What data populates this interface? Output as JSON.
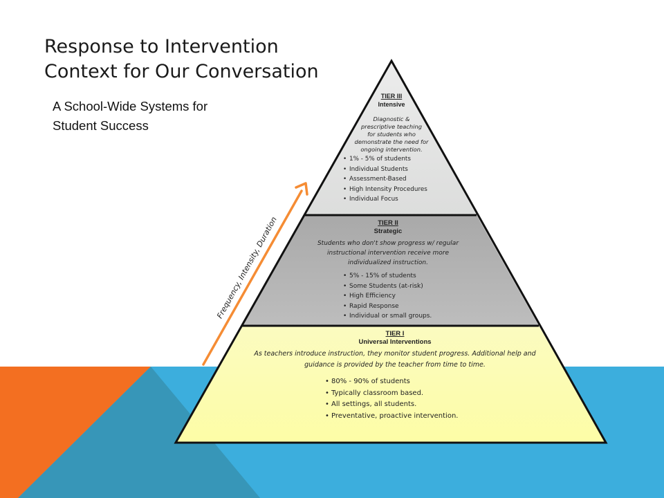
{
  "slide": {
    "title_line1": "Response to Intervention",
    "title_line2": "Context for Our Conversation",
    "subtitle_line1": "A School-Wide Systems for",
    "subtitle_line2": "Student Success"
  },
  "arrow_label": "Frequency, Intensity, Duration",
  "tiers": {
    "tier3": {
      "label": "TIER III",
      "name": "Intensive",
      "description": [
        "Diagnostic &",
        "prescriptive teaching",
        "for students who",
        "demonstrate the need for",
        "ongoing intervention."
      ],
      "bullets": [
        "1% - 5% of students",
        "Individual Students",
        "Assessment-Based",
        "High Intensity Procedures",
        "Individual Focus"
      ]
    },
    "tier2": {
      "label": "TIER II",
      "name": "Strategic",
      "description": [
        "Students who don't show progress w/ regular",
        "instructional intervention receive more",
        "individualized instruction."
      ],
      "bullets": [
        "5% - 15% of students",
        "Some Students (at-risk)",
        "High Efficiency",
        "Rapid Response",
        "Individual or small groups."
      ]
    },
    "tier1": {
      "label": "TIER I",
      "name": "Universal Interventions",
      "description": [
        "As teachers introduce instruction, they monitor student progress.  Additional help and",
        "guidance is provided by the teacher from time to time."
      ],
      "bullets": [
        "80% - 90% of students",
        "Typically classroom based.",
        "All settings, all students.",
        "Preventative, proactive intervention."
      ]
    }
  },
  "colors": {
    "tier3_fill": "#e2e3e2",
    "tier2_fill": "#b3b3b3",
    "tier1_fill": "#fdfdb4",
    "arrow": "#f58c34",
    "bg_orange": "#f36f21",
    "bg_blue": "#3caedd",
    "bg_teal": "#3796b8"
  }
}
